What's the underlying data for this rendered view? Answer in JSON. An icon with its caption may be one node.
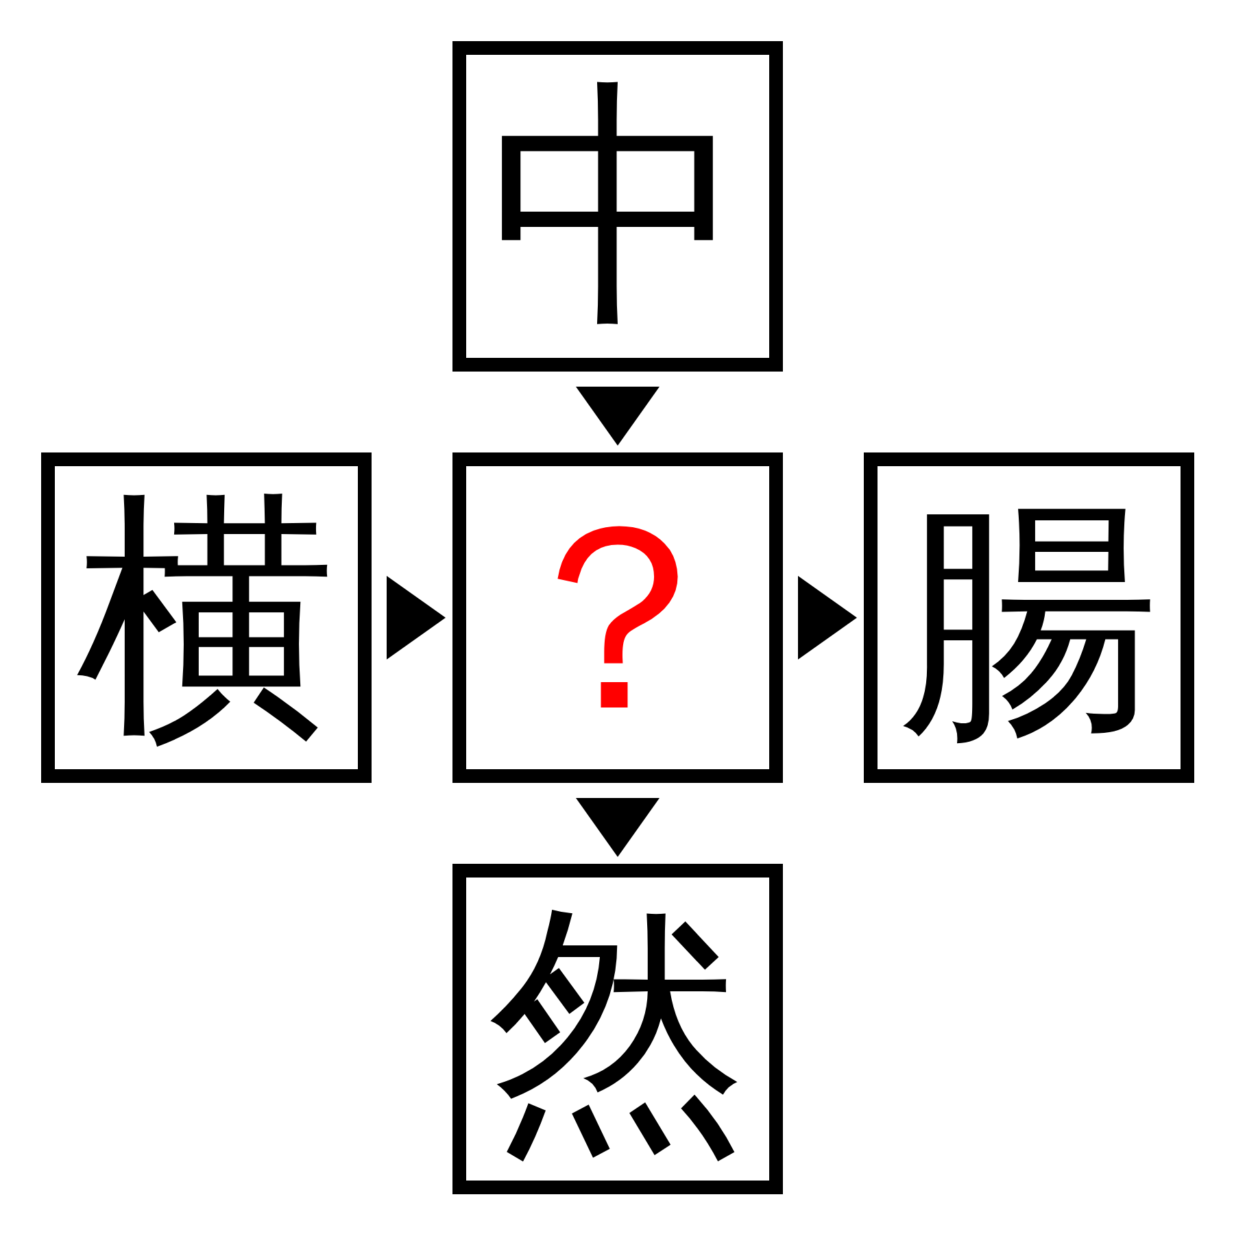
{
  "diagram": {
    "nodes": [
      {
        "text": [
          "中"
        ]
      },
      {
        "text": [
          "横"
        ]
      },
      {
        "text": [
          "？"
        ]
      },
      {
        "text": [
          "腸"
        ]
      },
      {
        "text": [
          "然"
        ]
      }
    ],
    "edges": [
      {
        "from": 0,
        "to": 2,
        "arrow": "to"
      },
      {
        "from": 1,
        "to": 2,
        "arrow": "to"
      },
      {
        "from": 2,
        "to": 3,
        "arrow": "to"
      },
      {
        "from": 2,
        "to": 4,
        "arrow": "to"
      }
    ]
  }
}
